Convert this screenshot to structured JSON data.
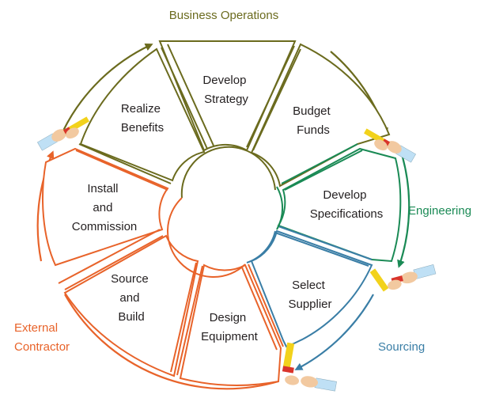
{
  "phases": {
    "business": {
      "label": "Business Operations",
      "color": "#6b6b1e"
    },
    "engineering": {
      "label": "Engineering",
      "color": "#1a8a55"
    },
    "sourcing": {
      "label": "Sourcing",
      "color": "#3a7ea6"
    },
    "external": {
      "line1": "External",
      "line2": "Contractor",
      "color": "#e8632a"
    }
  },
  "segments": {
    "develop_strategy": {
      "line1": "Develop",
      "line2": "Strategy"
    },
    "budget_funds": {
      "line1": "Budget",
      "line2": "Funds"
    },
    "develop_specifications": {
      "line1": "Develop",
      "line2": "Specifications"
    },
    "select_supplier": {
      "line1": "Select",
      "line2": "Supplier"
    },
    "design_equipment": {
      "line1": "Design",
      "line2": "Equipment"
    },
    "source_and_build": {
      "line1": "Source",
      "line2": "and",
      "line3": "Build"
    },
    "install_and_commission": {
      "line1": "Install",
      "line2": "and",
      "line3": "Commission"
    },
    "realize_benefits": {
      "line1": "Realize",
      "line2": "Benefits"
    }
  },
  "icons": [
    "handoff-icon"
  ]
}
